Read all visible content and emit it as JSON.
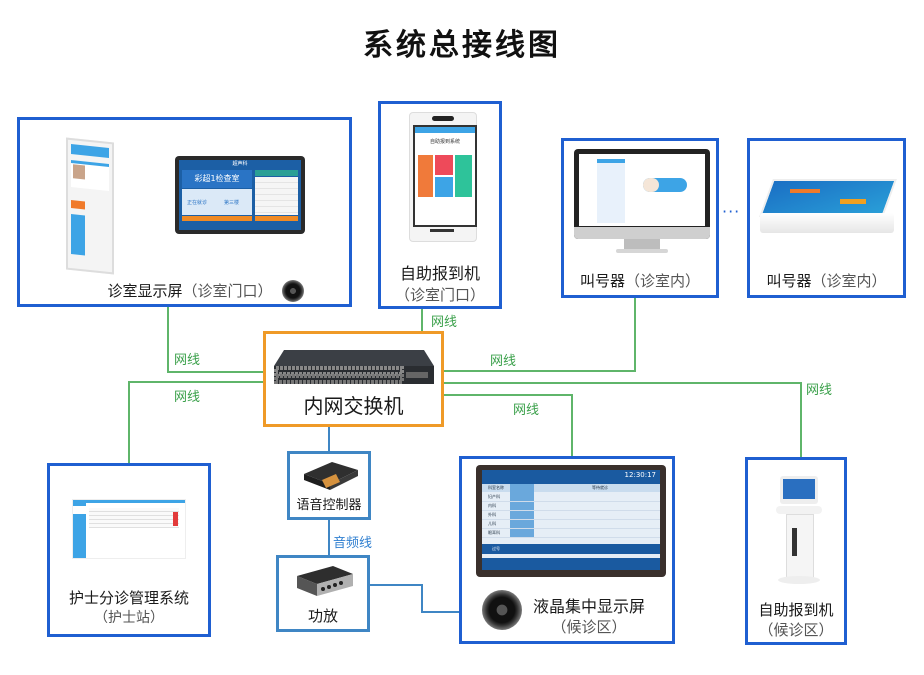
{
  "title": "系统总接线图",
  "colors": {
    "device_border": "#1f5fd1",
    "switch_border": "#ef9a28",
    "audio_border": "#3f86c4",
    "network_wire": "#5fb56a",
    "audio_wire": "#3f86c4",
    "network_label": "#3aa04a",
    "audio_label": "#2f7fd0"
  },
  "devices": {
    "clinic_display": {
      "name": "诊室显示屏",
      "location": "（诊室门口）",
      "screen_text": "彩超1检查室",
      "screen_sub_left": "正在就诊",
      "screen_sub_right": "第三楼",
      "screen_header": "超声科"
    },
    "kiosk_door": {
      "name": "自助报到机",
      "location": "（诊室门口）",
      "screen_text": "自助报到系统"
    },
    "caller_pc": {
      "name": "叫号器",
      "location": "（诊室内）"
    },
    "caller_terminal": {
      "name": "叫号器",
      "location": "（诊室内）"
    },
    "ellipsis": "···",
    "switch": {
      "name": "内网交换机"
    },
    "nurse_station": {
      "name": "护士分诊管理系统",
      "location": "（护士站）"
    },
    "voice_controller": {
      "name": "语音控制器"
    },
    "amplifier": {
      "name": "功放"
    },
    "lcd_display": {
      "name": "液晶集中显示屏",
      "location": "（候诊区）",
      "screen_time": "12:30:17",
      "screen_col1": "科室名称",
      "screen_col2": "正在就诊",
      "screen_col3": "等待就诊",
      "screen_rows": [
        "妇产科",
        "内科",
        "外科",
        "儿科",
        "眼耳科"
      ],
      "screen_footer_label": "过号"
    },
    "kiosk_waiting": {
      "name": "自助报到机",
      "location": "（候诊区）"
    }
  },
  "wires": {
    "network_label": "网线",
    "audio_label": "音频线"
  }
}
